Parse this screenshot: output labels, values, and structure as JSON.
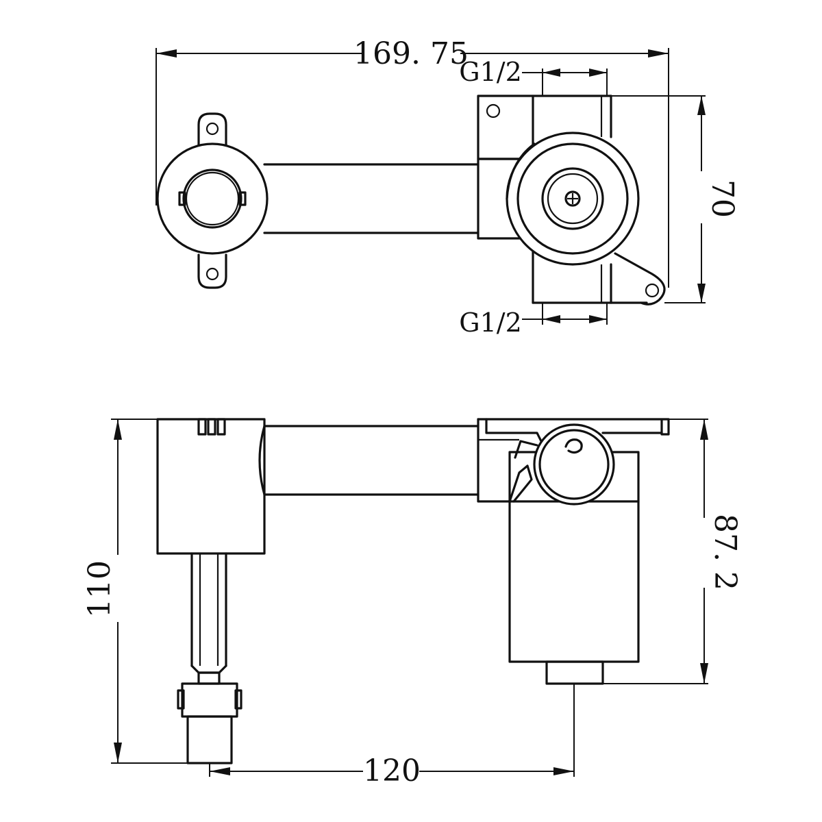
{
  "dimensions": {
    "top_width": "169. 75",
    "inlet_top": "G1/2",
    "inlet_bottom": "G1/2",
    "top_height": "70",
    "side_height_left": "110",
    "side_height_right": "87. 2",
    "side_spacing": "120"
  }
}
